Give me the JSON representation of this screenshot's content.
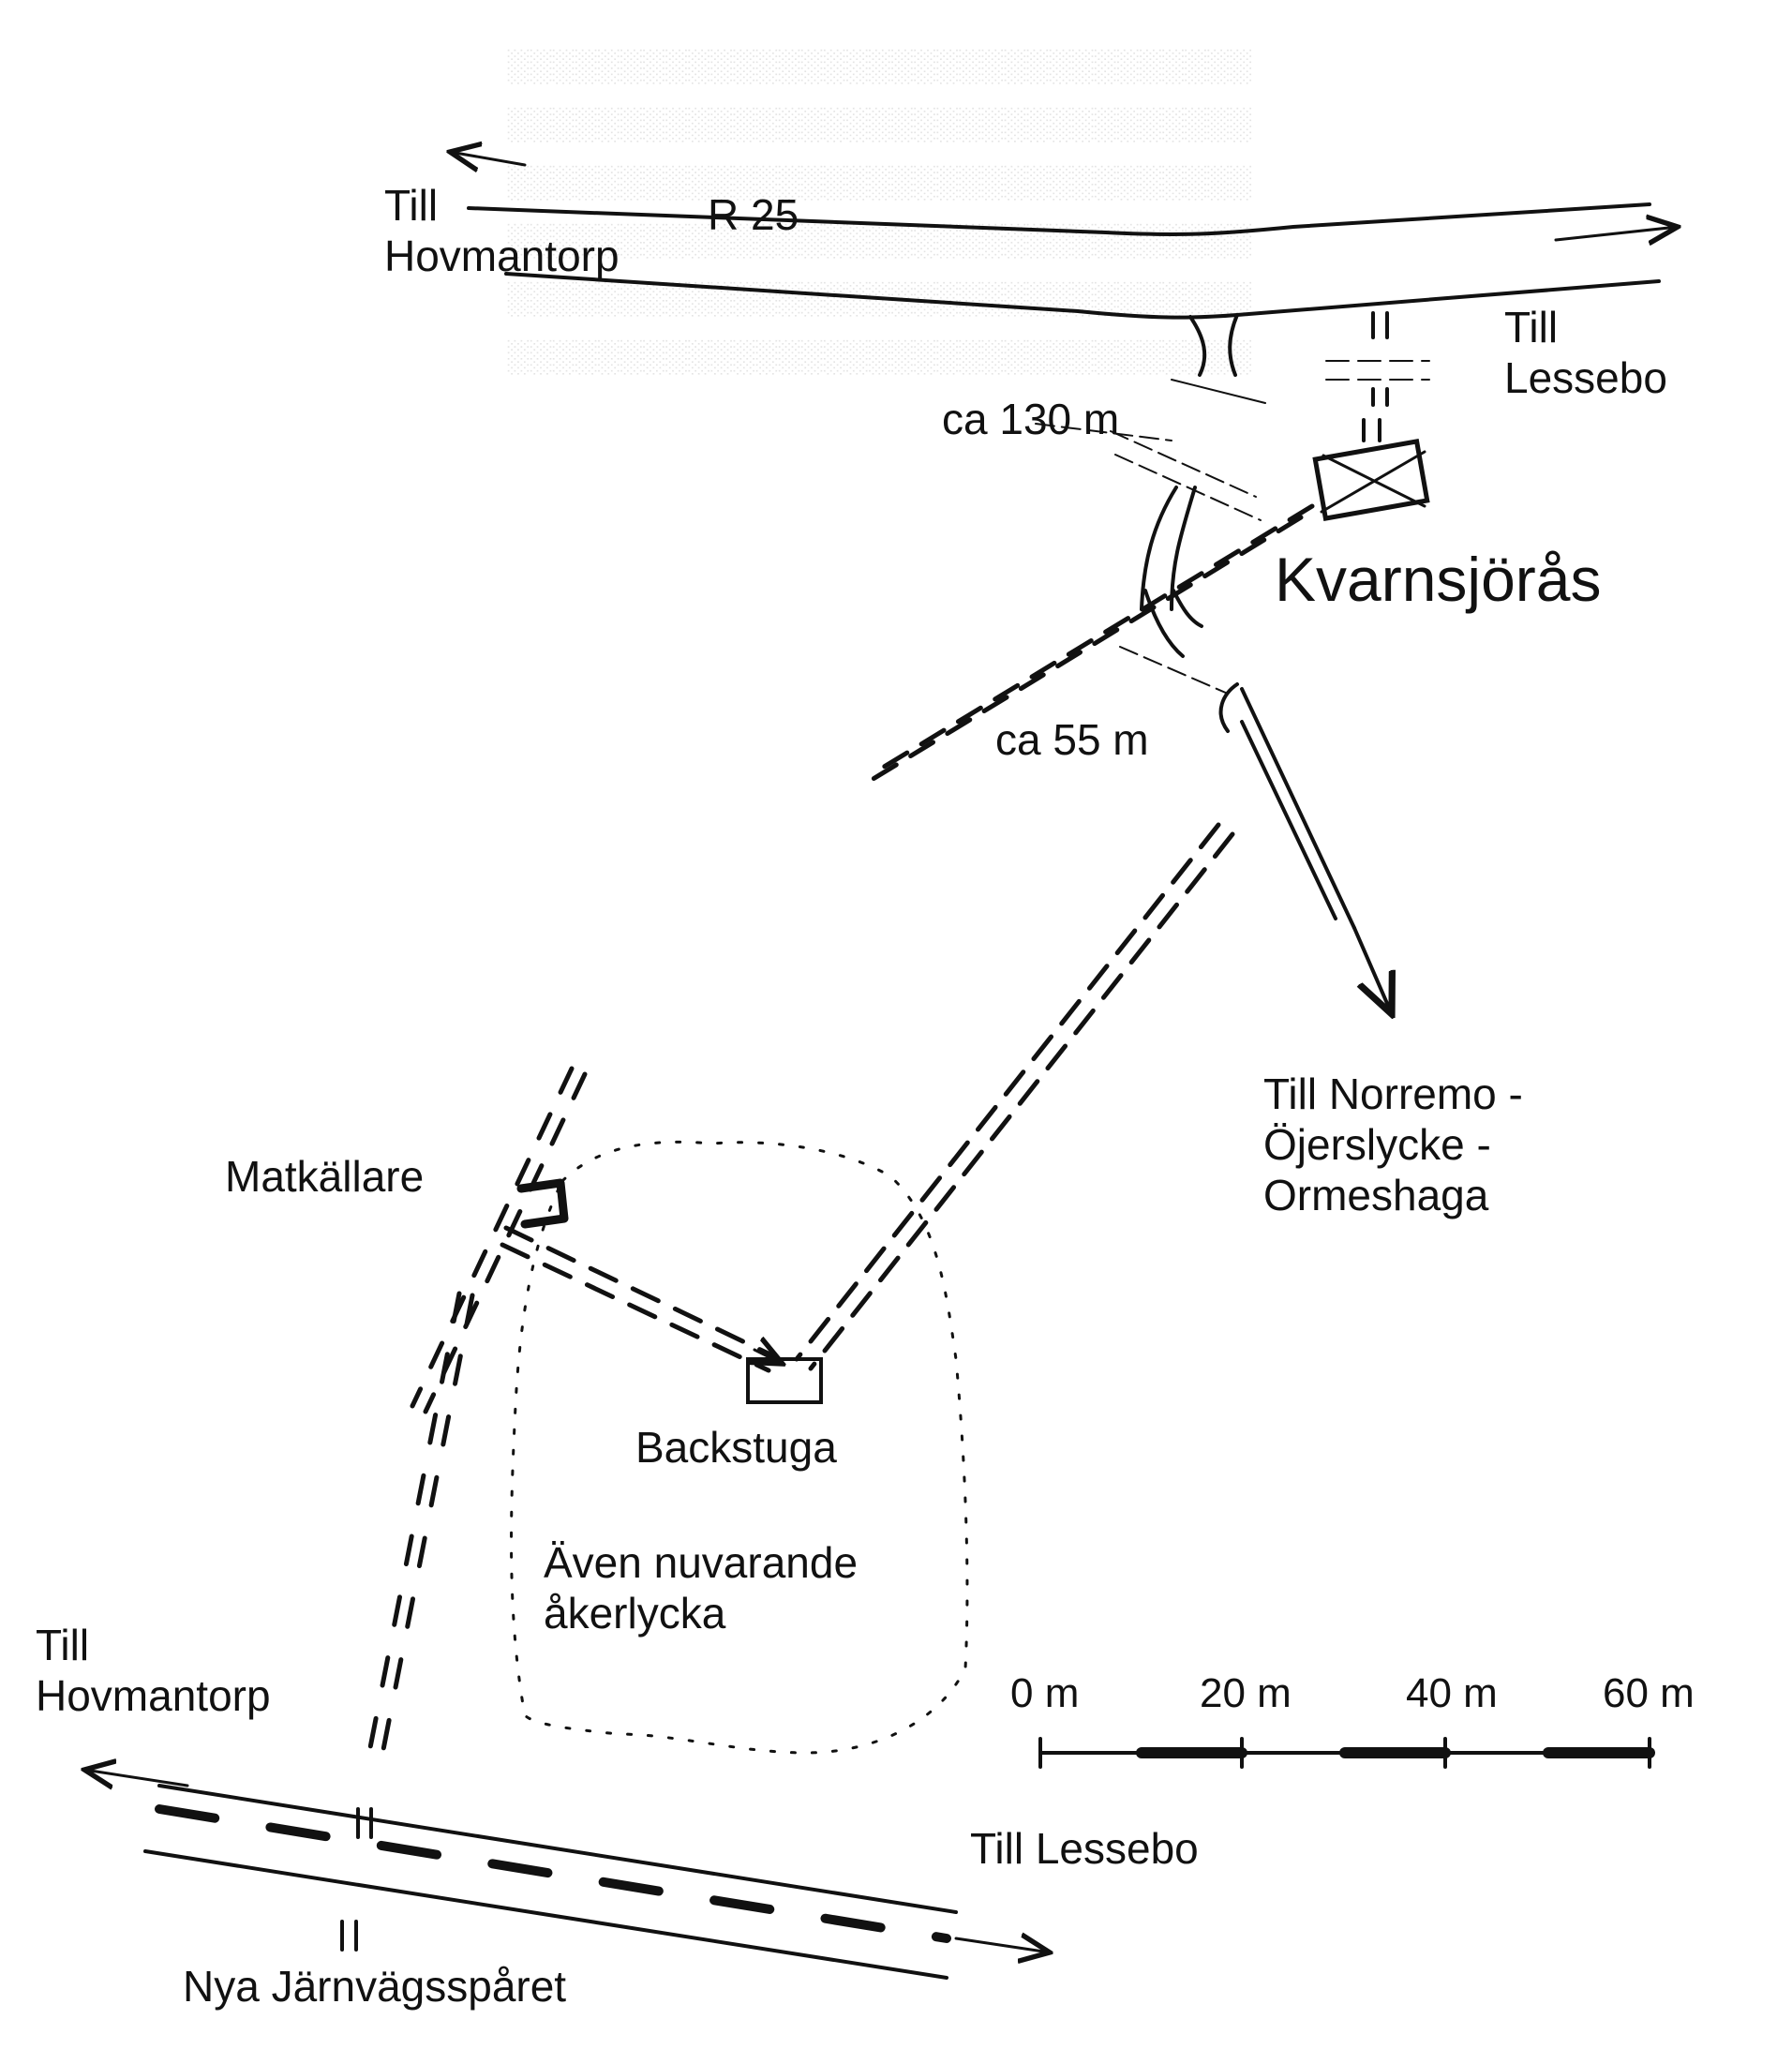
{
  "title": "",
  "labels": {
    "till_hovmantorp_top_1": "Till",
    "till_hovmantorp_top_2": "Hovmantorp",
    "road_r25": "R 25",
    "till_lessebo_top_1": "Till",
    "till_lessebo_top_2": "Lessebo",
    "dist_130": "ca 130 m",
    "kvarnsjoras": "Kvarnsjörås",
    "dist_55": "ca 55 m",
    "till_norremo_1": "Till Norremo -",
    "till_norremo_2": "Öjerslycke -",
    "till_norremo_3": "Ormeshaga",
    "matkallare": "Matkällare",
    "backstuga": "Backstuga",
    "aven_1": "Även nuvarande",
    "aven_2": "åkerlycka",
    "till_hovmantorp_bottom_1": "Till",
    "till_hovmantorp_bottom_2": "Hovmantorp",
    "till_lessebo_bottom": "Till Lessebo",
    "railway": "Nya Järnvägsspåret"
  },
  "scale_bar": {
    "ticks": [
      "0 m",
      "20 m",
      "40 m",
      "60 m"
    ]
  },
  "colors": {
    "ink": "#111111",
    "ghost_text": "#cfcfcf",
    "paper": "#ffffff"
  }
}
